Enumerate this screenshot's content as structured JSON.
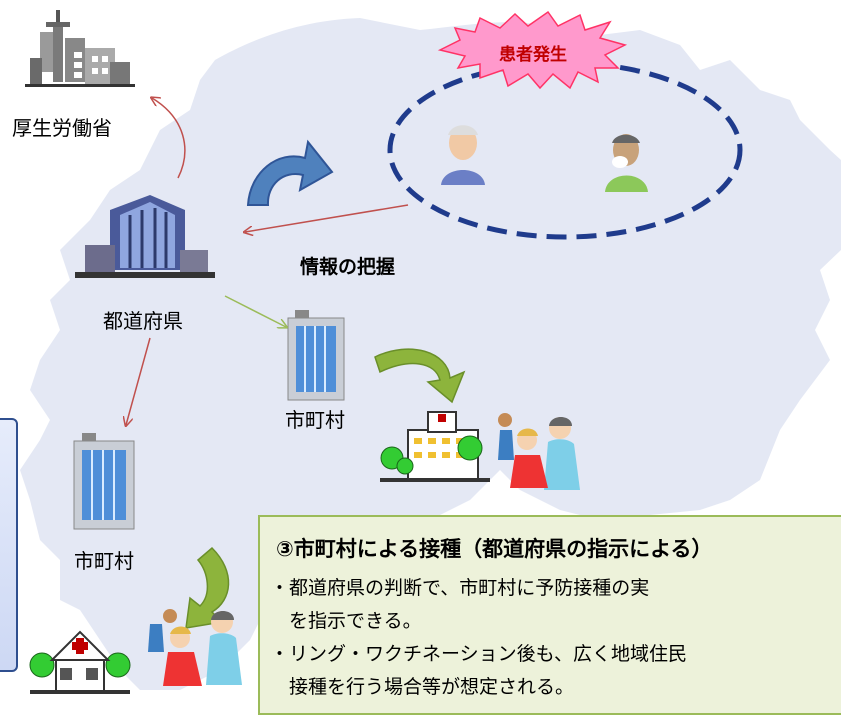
{
  "labels": {
    "ministry": "厚生労働省",
    "prefecture": "都道府県",
    "municipality_upper": "市町村",
    "municipality_lower": "市町村",
    "info_grasp": "情報の把握",
    "patient_outbreak": "患者発生"
  },
  "note": {
    "title": "③市町村による接種（都道府県の指示による）",
    "lines": [
      "・都道府県の判断で、市町村に予防接種の実",
      "　を指示できる。",
      "・リング・ワクチネーション後も、広く地域住民",
      "　接種を行う場合等が想定される。"
    ]
  },
  "colors": {
    "map_fill": "#e4e8f4",
    "arrow_red": "#c0504d",
    "arrow_green_thin": "#9bbb59",
    "curved_arrow_green": "#8db43c",
    "curved_arrow_blue": "#4f81bd",
    "ellipse_dash": "#1f3b8c",
    "starburst_fill": "#ff99cc",
    "starburst_text": "#c00000",
    "note_fill": "#edf2da",
    "note_border": "#9bbb59"
  },
  "icons": [
    "ministry-building-icon",
    "prefecture-building-icon",
    "municipality-building-icon",
    "hospital-icon",
    "clinic-house-icon",
    "vaccination-people-icon",
    "patient-icon",
    "sick-patient-icon"
  ]
}
